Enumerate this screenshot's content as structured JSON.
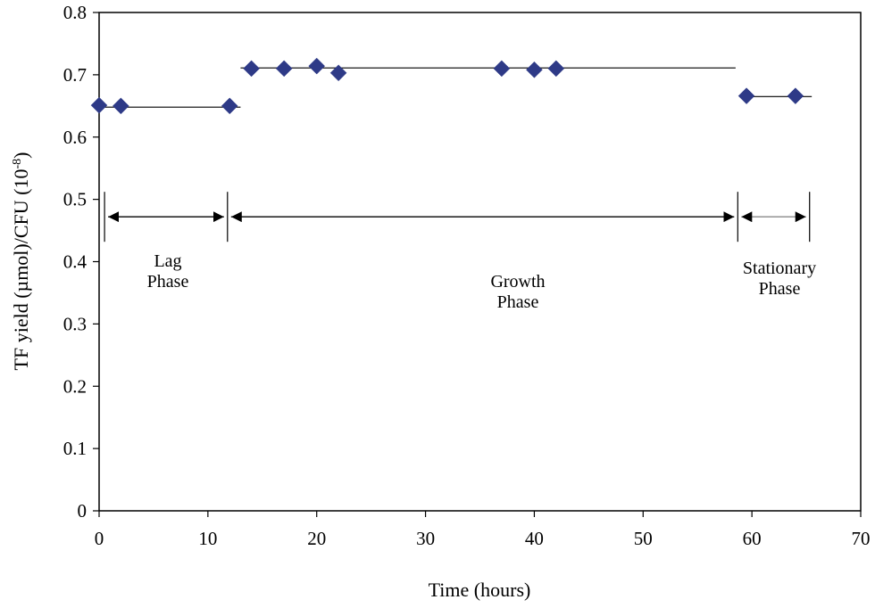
{
  "chart_data": {
    "type": "scatter",
    "title": "",
    "xlabel": "Time (hours)",
    "ylabel": "TF yield (µmol)/CFU (10",
    "ylabel_exponent": "-8",
    "ylabel_close": ")",
    "xlim": [
      0,
      70
    ],
    "ylim": [
      0,
      0.8
    ],
    "xticks": [
      0,
      10,
      20,
      30,
      40,
      50,
      60,
      70
    ],
    "yticks": [
      0,
      0.1,
      0.2,
      0.3,
      0.4,
      0.5,
      0.6,
      0.7,
      0.8
    ],
    "xtick_labels": [
      "0",
      "10",
      "20",
      "30",
      "40",
      "50",
      "60",
      "70"
    ],
    "ytick_labels": [
      "0",
      "0.1",
      "0.2",
      "0.3",
      "0.4",
      "0.5",
      "0.6",
      "0.7",
      "0.8"
    ],
    "grid": false,
    "legend": "none",
    "marker": "diamond",
    "marker_color": "#2E3A87",
    "series": [
      {
        "points": [
          {
            "x": 0,
            "y": 0.651
          },
          {
            "x": 2,
            "y": 0.65
          },
          {
            "x": 12,
            "y": 0.65
          },
          {
            "x": 14,
            "y": 0.71
          },
          {
            "x": 17,
            "y": 0.71
          },
          {
            "x": 20,
            "y": 0.714
          },
          {
            "x": 22,
            "y": 0.703
          },
          {
            "x": 37,
            "y": 0.71
          },
          {
            "x": 40,
            "y": 0.708
          },
          {
            "x": 42,
            "y": 0.71
          },
          {
            "x": 59.5,
            "y": 0.666
          },
          {
            "x": 64,
            "y": 0.666
          }
        ]
      }
    ],
    "mean_lines": [
      {
        "x0": 0,
        "x1": 13,
        "y": 0.648
      },
      {
        "x0": 13,
        "x1": 58.5,
        "y": 0.711
      },
      {
        "x0": 59,
        "x1": 65.5,
        "y": 0.665
      }
    ],
    "phase_markers": {
      "boundaries": [
        0.5,
        11.8,
        58.7,
        65.3
      ],
      "arrow_y": 0.472,
      "phases": [
        {
          "x0": 0.5,
          "x1": 11.8,
          "label_lines": [
            "Lag",
            "Phase"
          ]
        },
        {
          "x0": 11.8,
          "x1": 58.7,
          "label_lines": [
            "Growth",
            "Phase"
          ]
        },
        {
          "x0": 58.7,
          "x1": 65.3,
          "label_lines": [
            "Stationary",
            "Phase"
          ]
        }
      ]
    }
  }
}
